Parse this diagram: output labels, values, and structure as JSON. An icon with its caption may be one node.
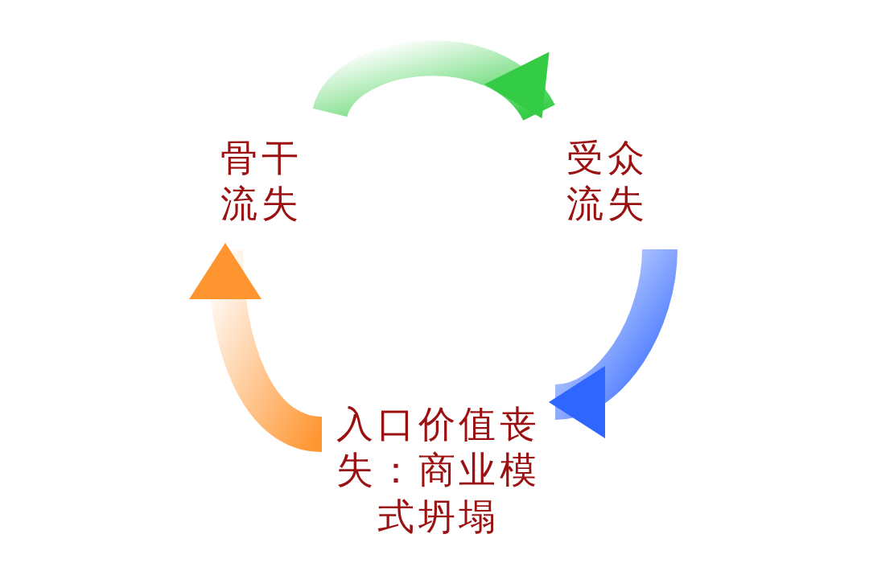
{
  "diagram": {
    "nodes": [
      {
        "text": [
          "骨干流失"
        ]
      },
      {
        "text": [
          "受众流失"
        ]
      },
      {
        "text": [
          "入口价值丧失：商业模式坍塌"
        ]
      }
    ],
    "edges": [
      {
        "from": 0,
        "to": 1,
        "arrow": "to",
        "style": "thick",
        "color": "#33cc44"
      },
      {
        "from": 1,
        "to": 2,
        "arrow": "to",
        "style": "thick",
        "color": "#2f66ff"
      },
      {
        "from": 2,
        "to": 0,
        "arrow": "to",
        "style": "thick",
        "color": "#ff9530"
      }
    ]
  }
}
